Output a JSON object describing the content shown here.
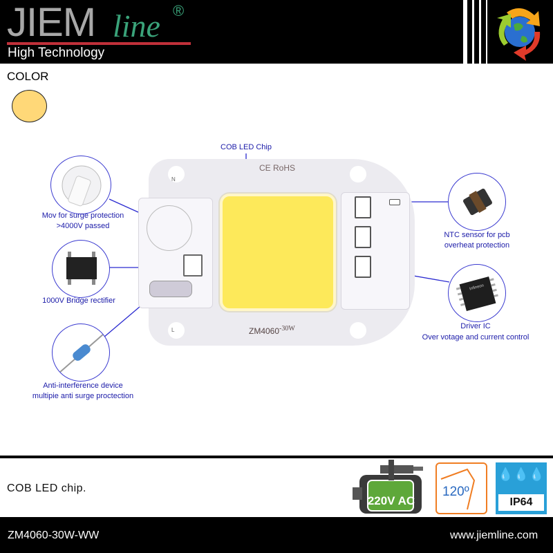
{
  "header": {
    "brand": "JIEM",
    "brand_script": "line",
    "registered": "®",
    "tagline": "High Technology"
  },
  "color_section": {
    "label": "COLOR",
    "swatch_color": "#ffd878"
  },
  "board": {
    "marking_top": "CE RoHS",
    "marking_bottom": "ZM4060",
    "marking_power": "-30W",
    "pin_n": "N",
    "pin_l": "L"
  },
  "callouts": {
    "cob": "COB LED Chip",
    "mov_1": "Mov for surge protection",
    "mov_2": ">4000V passed",
    "bridge": "1000V Bridge rectifier",
    "anti_1": "Anti-interference device",
    "anti_2": "multipie anti surge proctection",
    "ntc_1": "NTC sensor for pcb",
    "ntc_2": "overheat protection",
    "driver_1": "Driver IC",
    "driver_2": "Over votage and current control",
    "ic_marking": "Infineon"
  },
  "footer": {
    "description": "COB LED chip.",
    "sku": "ZM4060-30W-WW",
    "url": "www.jiemline.com"
  },
  "badges": {
    "voltage": "220V AC",
    "angle": "120º",
    "ip": "IP64"
  },
  "colors": {
    "line": "#2a2ad0",
    "accent_red": "#c0303a",
    "brand_green": "#3aa37a",
    "orange": "#f07d22",
    "blue": "#29a0d8",
    "green": "#5ea83a"
  }
}
